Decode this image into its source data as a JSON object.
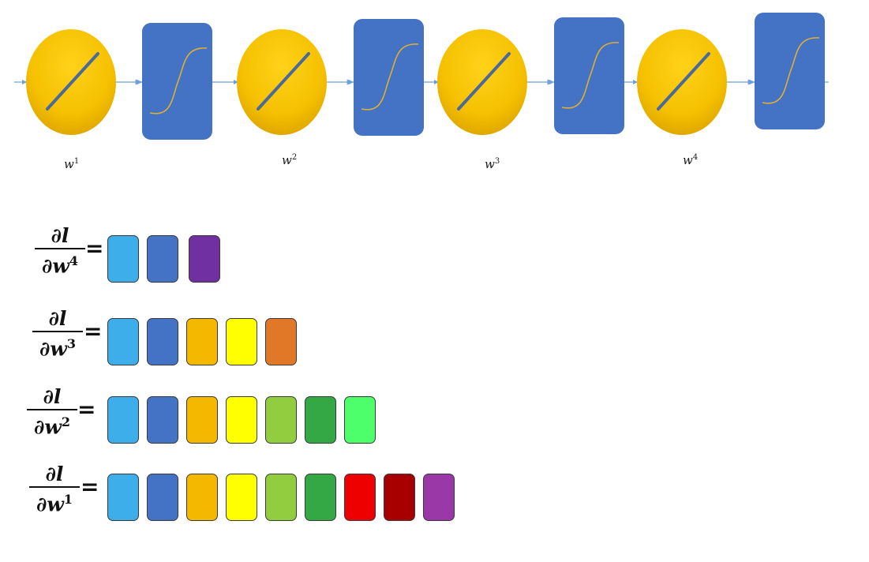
{
  "network": {
    "layers": [
      {
        "label_base": "w",
        "label_sup": "1"
      },
      {
        "label_base": "w",
        "label_sup": "2"
      },
      {
        "label_base": "w",
        "label_sup": "3"
      },
      {
        "label_base": "w",
        "label_sup": "4"
      }
    ],
    "linear_color": "#f5c000",
    "activation_color": "#4472c4",
    "arrow_color": "#6f9fd8"
  },
  "gradients": [
    {
      "numerator": "∂l",
      "denominator_base": "∂w",
      "denominator_sup": "4",
      "equals": "=",
      "boxes": [
        "#3daee9",
        "#4472c4",
        "#7030a0"
      ]
    },
    {
      "numerator": "∂l",
      "denominator_base": "∂w",
      "denominator_sup": "3",
      "equals": "=",
      "boxes": [
        "#3daee9",
        "#4472c4",
        "#f5b800",
        "#ffff00",
        "#e07828"
      ]
    },
    {
      "numerator": "∂l",
      "denominator_base": "∂w",
      "denominator_sup": "2",
      "equals": "=",
      "boxes": [
        "#3daee9",
        "#4472c4",
        "#f5b800",
        "#ffff00",
        "#92cd3f",
        "#33a845",
        "#4dff6a"
      ]
    },
    {
      "numerator": "∂l",
      "denominator_base": "∂w",
      "denominator_sup": "1",
      "equals": "=",
      "boxes": [
        "#3daee9",
        "#4472c4",
        "#f5b800",
        "#ffff00",
        "#92cd3f",
        "#33a845",
        "#ee0000",
        "#a80000",
        "#9b38a8"
      ]
    }
  ]
}
